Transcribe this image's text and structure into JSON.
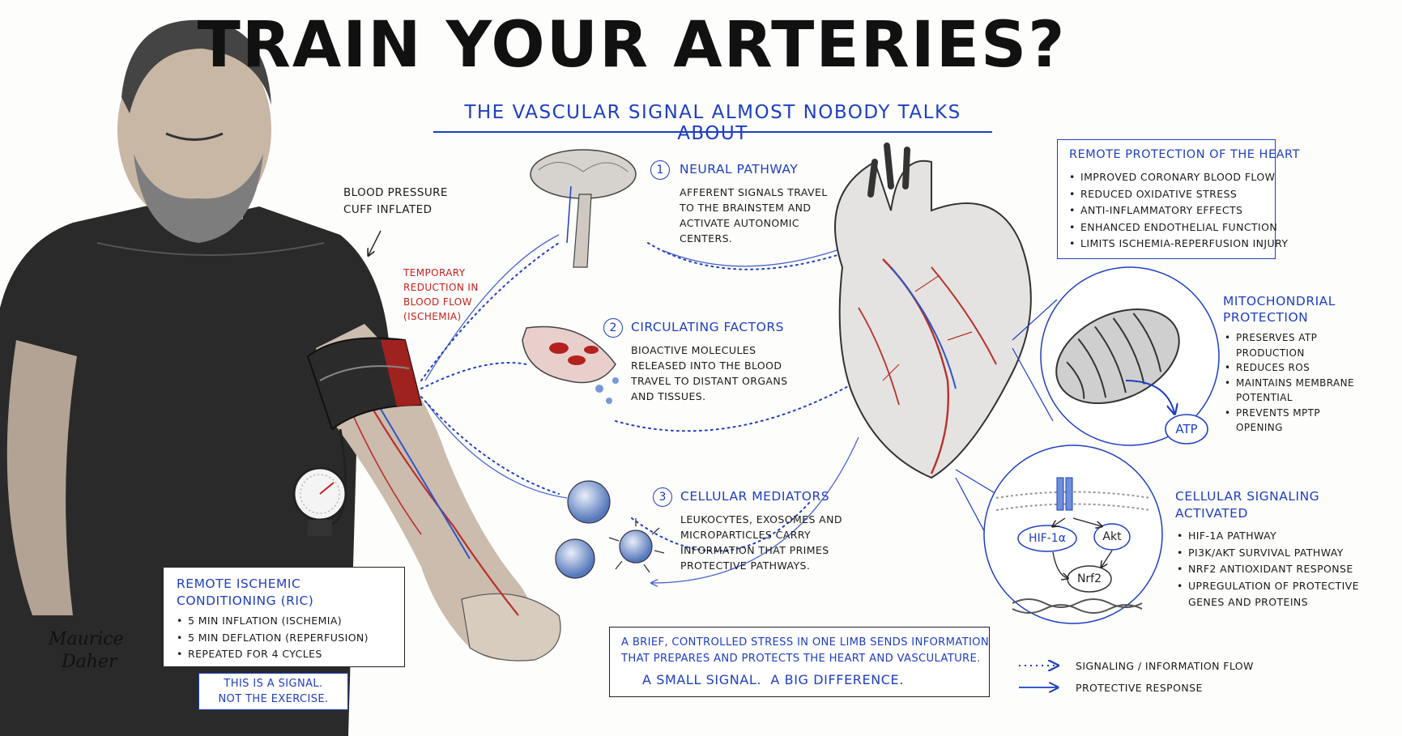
{
  "title": "TRAIN YOUR ARTERIES?",
  "subtitle": "THE VASCULAR SIGNAL ALMOST NOBODY TALKS ABOUT",
  "cuff_label": [
    "BLOOD PRESSURE",
    "CUFF INFLATED"
  ],
  "ischemia_label": [
    "TEMPORARY",
    "REDUCTION IN",
    "BLOOD FLOW",
    "(ISCHEMIA)"
  ],
  "pathways": [
    {
      "number": "1",
      "title": "NEURAL PATHWAY",
      "lines": [
        "AFFERENT SIGNALS TRAVEL",
        "TO THE BRAINSTEM AND",
        "ACTIVATE AUTONOMIC",
        "CENTERS."
      ]
    },
    {
      "number": "2",
      "title": "CIRCULATING FACTORS",
      "lines": [
        "BIOACTIVE MOLECULES",
        "RELEASED INTO THE BLOOD",
        "TRAVEL TO DISTANT ORGANS",
        "AND TISSUES."
      ]
    },
    {
      "number": "3",
      "title": "CELLULAR MEDIATORS",
      "lines": [
        "LEUKOCYTES, EXOSOMES AND",
        "MICROPARTICLES CARRY",
        "INFORMATION THAT PRIMES",
        "PROTECTIVE PATHWAYS."
      ]
    }
  ],
  "heart_box": {
    "title": "REMOTE PROTECTION OF THE HEART",
    "items": [
      "IMPROVED CORONARY BLOOD FLOW",
      "REDUCED OXIDATIVE STRESS",
      "ANTI-INFLAMMATORY EFFECTS",
      "ENHANCED ENDOTHELIAL FUNCTION",
      "LIMITS ISCHEMIA-REPERFUSION INJURY"
    ]
  },
  "mito": {
    "title": [
      "MITOCHONDRIAL",
      "PROTECTION"
    ],
    "items": [
      [
        "PRESERVES ATP",
        "PRODUCTION"
      ],
      [
        "REDUCES ROS"
      ],
      [
        "MAINTAINS MEMBRANE",
        "POTENTIAL"
      ],
      [
        "PREVENTS mPTP",
        "OPENING"
      ]
    ],
    "atp_label": "ATP"
  },
  "signaling": {
    "title": [
      "CELLULAR SIGNALING",
      "ACTIVATED"
    ],
    "items": [
      [
        "HIF-1α PATHWAY"
      ],
      [
        "PI3K/Akt SURVIVAL PATHWAY"
      ],
      [
        "Nrf2 ANTIOXIDANT RESPONSE"
      ],
      [
        "UPREGULATION OF PROTECTIVE",
        "GENES AND PROTEINS"
      ]
    ],
    "nodes": [
      "HIF-1α",
      "Akt",
      "Nrf2"
    ]
  },
  "ric_box": {
    "title": [
      "REMOTE ISCHEMIC",
      "CONDITIONING (RIC)"
    ],
    "items": [
      "5 MIN INFLATION (ISCHEMIA)",
      "5 MIN DEFLATION (REPERFUSION)",
      "REPEATED FOR 4 CYCLES"
    ]
  },
  "signal_box": [
    "THIS IS A SIGNAL.",
    "NOT THE EXERCISE."
  ],
  "summary": {
    "lines": [
      "A BRIEF, CONTROLLED STRESS IN ONE LIMB SENDS INFORMATION",
      "THAT PREPARES AND PROTECTS THE HEART AND VASCULATURE."
    ],
    "tagline": "A SMALL SIGNAL.  A BIG DIFFERENCE."
  },
  "legend": [
    {
      "label": "SIGNALING / INFORMATION FLOW",
      "style": "dotted"
    },
    {
      "label": "PROTECTIVE RESPONSE",
      "style": "solid"
    }
  ],
  "signature": [
    "Maurice",
    "Daher"
  ],
  "colors": {
    "accent_blue": "#1e3fc0",
    "accent_red": "#c8201c",
    "ink": "#1a1a1a"
  }
}
